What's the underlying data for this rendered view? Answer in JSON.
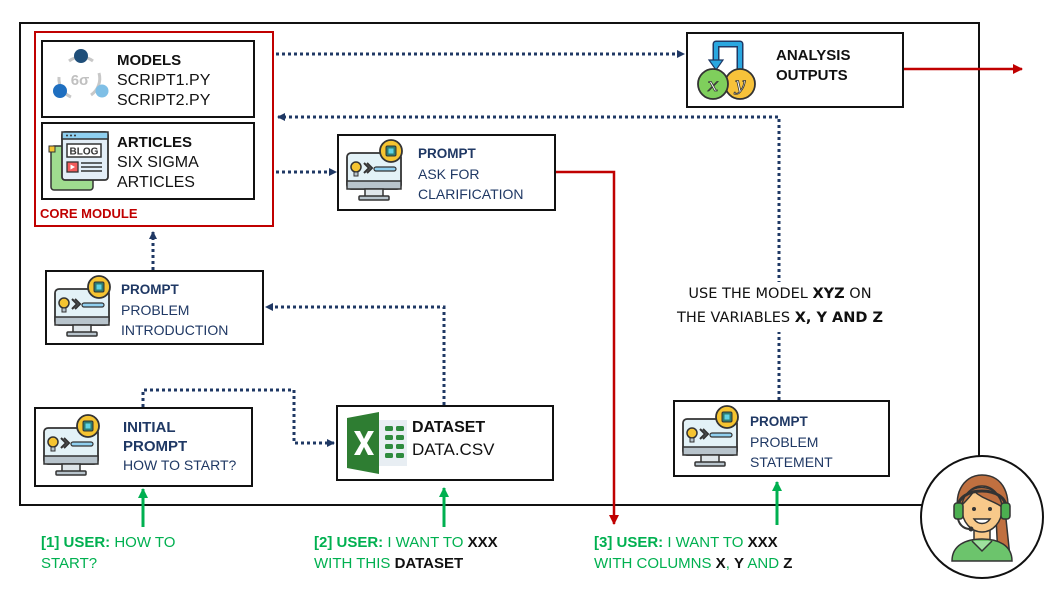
{
  "core_module": {
    "label": "CORE MODULE",
    "models": {
      "title": "MODELS",
      "lines": [
        "SCRIPT1.PY",
        "SCRIPT2.PY"
      ],
      "icon": "six-sigma-cycle-icon"
    },
    "articles": {
      "title": "ARTICLES",
      "lines": [
        "SIX SIGMA",
        "ARTICLES"
      ],
      "icon": "blog-browser-icon"
    }
  },
  "analysis_outputs": {
    "title_line1": "ANALYSIS",
    "title_line2": "OUTPUTS",
    "icon": "xy-variables-icon"
  },
  "prompt_clarification": {
    "title": "PROMPT",
    "lines": [
      "ASK FOR",
      "CLARIFICATION"
    ],
    "icon": "ai-computer-icon"
  },
  "prompt_intro": {
    "title": "PROMPT",
    "lines": [
      "PROBLEM",
      "INTRODUCTION"
    ],
    "icon": "ai-computer-icon"
  },
  "initial_prompt": {
    "title_line1": "INITIAL",
    "title_line2": "PROMPT",
    "subtitle": "HOW TO START?",
    "icon": "ai-computer-icon"
  },
  "dataset": {
    "title": "DATASET",
    "file": "DATA.CSV",
    "icon": "excel-icon"
  },
  "prompt_statement": {
    "title": "PROMPT",
    "lines": [
      "PROBLEM",
      "STATEMENT"
    ],
    "icon": "ai-computer-icon"
  },
  "model_note": {
    "line1_prefix": "USE THE MODEL ",
    "line1_bold": "XYZ",
    "line1_suffix": " ON",
    "line2_prefix": "THE VARIABLES ",
    "line2_bold": "X, Y AND Z"
  },
  "user_inputs": [
    {
      "step": "[1] USER:",
      "text1": " HOW TO",
      "text2": "START?"
    },
    {
      "step": "[2] USER:",
      "text1": " I WANT TO ",
      "bold1": "XXX",
      "text2": "WITH THIS ",
      "bold2": "DATASET"
    },
    {
      "step": "[3] USER:",
      "text1": " I WANT TO ",
      "bold1": "XXX",
      "text2": "WITH COLUMNS ",
      "b_x": "X",
      "sep1": ", ",
      "b_y": "Y",
      "sep2": " AND ",
      "b_z": "Z"
    }
  ],
  "colors": {
    "flow_dotted": "#1f3864",
    "output_arrow": "#c00000",
    "user_arrow": "#00b050",
    "core_border": "#c00000"
  }
}
